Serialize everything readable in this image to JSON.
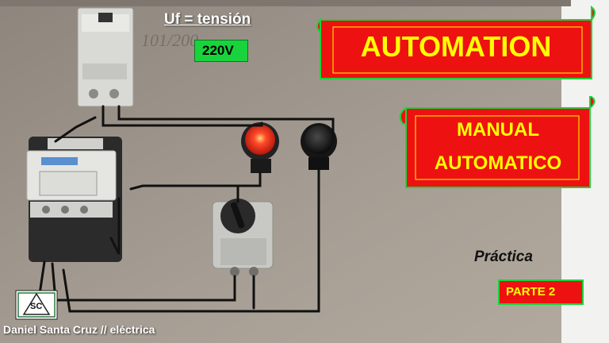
{
  "voltage": {
    "title": "Uf = tensión",
    "value": "220V"
  },
  "banners": {
    "main_title": "AUTOMATION",
    "subtitle_line1": "MANUAL",
    "subtitle_line2": "AUTOMATICO"
  },
  "practice": {
    "label": "Práctica",
    "part": "PARTE 2"
  },
  "logo": {
    "initials": "SC"
  },
  "author": "Daniel Santa Cruz // eléctrica",
  "colors": {
    "banner_red": "#ee1111",
    "banner_text": "#ffff00",
    "accent_green": "#19d33c",
    "pilot_red": "#ff3322"
  }
}
